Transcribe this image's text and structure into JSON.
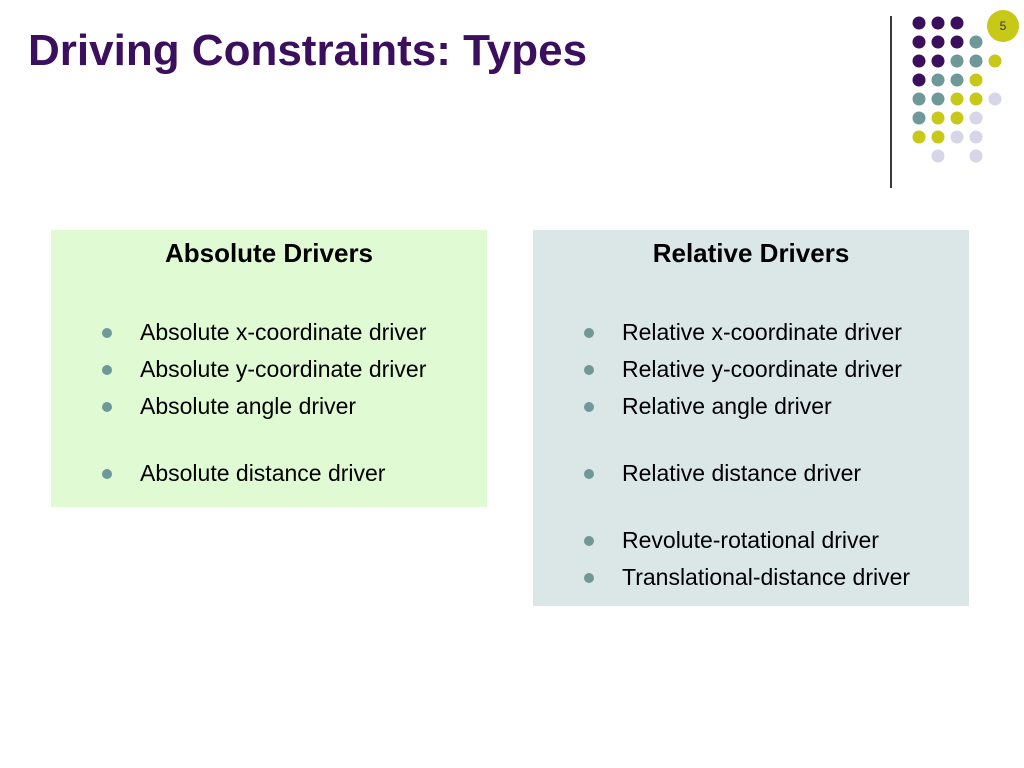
{
  "slide": {
    "title": "Driving Constraints: Types",
    "page_number": "5"
  },
  "colors": {
    "title": "#3b0f5e",
    "left_panel_bg": "#e0fad4",
    "right_panel_bg": "#dbe6e6",
    "bullet": "#6f9999",
    "badge": "#c8c818",
    "dot_purple": "#3b0f5e",
    "dot_teal": "#6f9999",
    "dot_yellow": "#c8c818",
    "dot_lavender": "#d6d6e8"
  },
  "icons": {
    "bullet": "bullet-dot-icon",
    "decoration": "dot-grid-decoration"
  },
  "decoration_rows": [
    [
      "purple",
      "purple",
      "purple",
      "",
      ""
    ],
    [
      "purple",
      "purple",
      "purple",
      "teal",
      ""
    ],
    [
      "purple",
      "purple",
      "teal",
      "teal",
      "yellow"
    ],
    [
      "purple",
      "teal",
      "teal",
      "yellow",
      ""
    ],
    [
      "teal",
      "teal",
      "yellow",
      "yellow",
      "lavender"
    ],
    [
      "teal",
      "yellow",
      "yellow",
      "lavender",
      ""
    ],
    [
      "yellow",
      "yellow",
      "lavender",
      "lavender",
      ""
    ],
    [
      "",
      "lavender",
      "",
      "lavender",
      ""
    ]
  ],
  "panels": [
    {
      "heading": "Absolute Drivers",
      "items": [
        {
          "text": "Absolute x-coordinate driver",
          "gap_before": false
        },
        {
          "text": "Absolute y-coordinate driver",
          "gap_before": false
        },
        {
          "text": "Absolute angle driver",
          "gap_before": false
        },
        {
          "text": "Absolute distance driver",
          "gap_before": true
        }
      ]
    },
    {
      "heading": "Relative Drivers",
      "items": [
        {
          "text": "Relative x-coordinate driver",
          "gap_before": false
        },
        {
          "text": "Relative y-coordinate driver",
          "gap_before": false
        },
        {
          "text": "Relative angle driver",
          "gap_before": false
        },
        {
          "text": "Relative distance driver",
          "gap_before": true
        },
        {
          "text": "Revolute-rotational driver",
          "gap_before": true
        },
        {
          "text": "Translational-distance driver",
          "gap_before": false
        }
      ]
    }
  ]
}
